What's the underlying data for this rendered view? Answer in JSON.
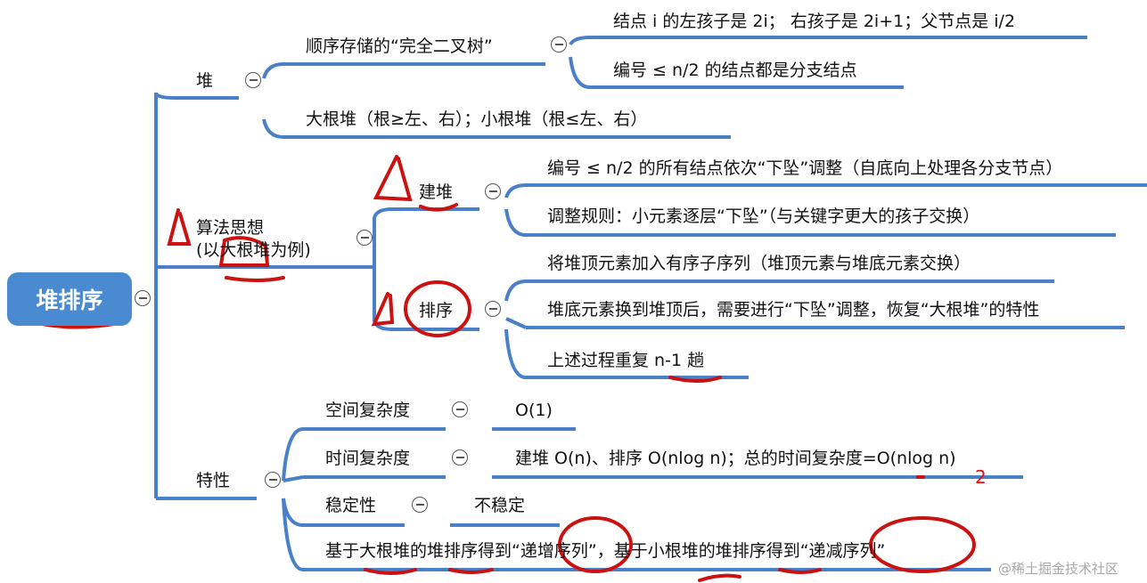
{
  "root": {
    "label": "堆排序"
  },
  "branches": {
    "heap": {
      "label": "堆",
      "seq": {
        "label": "顺序存储的“完全二叉树”",
        "children": [
          "结点 i 的左孩子是 2i；  右孩子是 2i+1；父节点是 i/2",
          "编号 ≤ n/2 的结点都是分支结点"
        ]
      },
      "types": {
        "label": "大根堆（根≥左、右）；小根堆（根≤左、右）"
      }
    },
    "algo": {
      "label_line1": "算法思想",
      "label_line2": "(以大根堆为例)",
      "build": {
        "label": "建堆",
        "children": [
          "编号 ≤ n/2 的所有结点依次“下坠”调整（自底向上处理各分支节点）",
          "调整规则：小元素逐层“下坠”（与关键字更大的孩子交换）"
        ]
      },
      "sort": {
        "label": "排序",
        "children": [
          "将堆顶元素加入有序子序列（堆顶元素与堆底元素交换）",
          "堆底元素换到堆顶后，需要进行“下坠”调整，恢复“大根堆”的特性",
          "上述过程重复 n-1 趟"
        ]
      }
    },
    "props": {
      "label": "特性",
      "space": {
        "label": "空间复杂度",
        "value": "O(1)"
      },
      "time": {
        "label": "时间复杂度",
        "value": "建堆 O(n)、排序 O(nlog n)；总的时间复杂度=O(nlog n)"
      },
      "stable": {
        "label": "稳定性",
        "value": "不稳定"
      },
      "order": {
        "label": "基于大根堆的堆排序得到“递增序列”，基于小根堆的堆排序得到“递减序列”"
      }
    }
  },
  "annotations": {
    "log_base": "2"
  },
  "watermark": "@稀土掘金技术社区",
  "colors": {
    "line": "#4a80c8",
    "root_bg": "#4a8ad0",
    "annotation": "#cc1111"
  }
}
